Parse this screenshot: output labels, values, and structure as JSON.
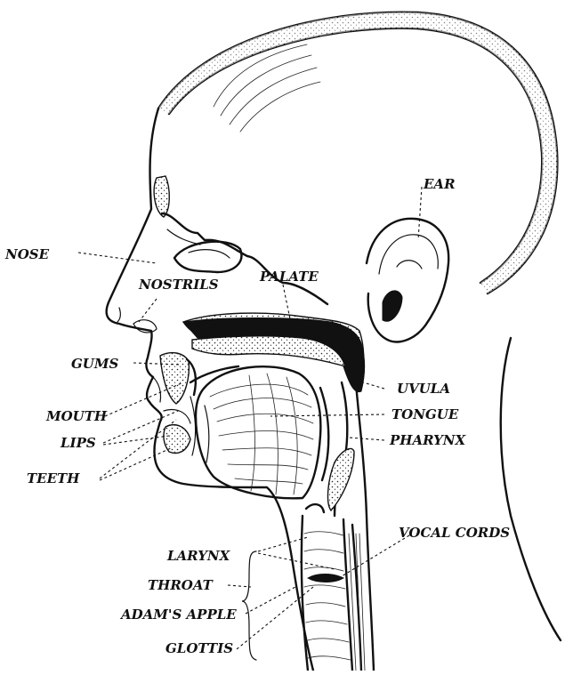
{
  "labels": {
    "ear": "EAR",
    "nose": "NOSE",
    "nostrils": "NOSTRILS",
    "palate": "PALATE",
    "gums": "GUMS",
    "uvula": "UVULA",
    "mouth": "MOUTH",
    "tongue": "TONGUE",
    "lips": "LIPS",
    "pharynx": "PHARYNX",
    "teeth": "TEETH",
    "vocal_cords": "VOCAL CORDS",
    "larynx": "LARYNX",
    "throat": "THROAT",
    "adams_apple": "ADAM'S APPLE",
    "glottis": "GLOTTIS"
  }
}
